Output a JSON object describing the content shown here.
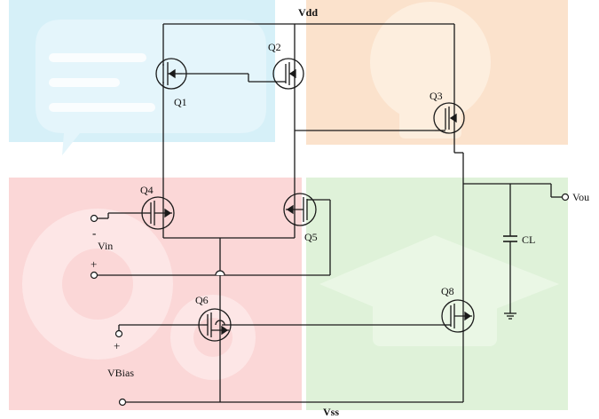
{
  "watermark": {
    "colors": {
      "blue": "#d6f0f8",
      "orange": "#fbe2cc",
      "red": "#fbd7d7",
      "green": "#dff2d9"
    },
    "icons": [
      "chat-bubble-icon",
      "lightbulb-icon",
      "gear-icon",
      "graduation-cap-icon"
    ]
  },
  "rails": {
    "vdd": "Vdd",
    "vss": "Vss"
  },
  "transistors": {
    "q1": "Q1",
    "q2": "Q2",
    "q3": "Q3",
    "q4": "Q4",
    "q5": "Q5",
    "q6": "Q6",
    "q8": "Q8"
  },
  "inputs": {
    "vin_label": "Vin",
    "vin_minus": "-",
    "vin_plus": "+",
    "vbias_label": "VBias",
    "vbias_plus": "+"
  },
  "output": {
    "label": "Vou",
    "capacitor_label": "CL"
  },
  "colors": {
    "wire": "#1a1a1a",
    "text": "#111111"
  }
}
